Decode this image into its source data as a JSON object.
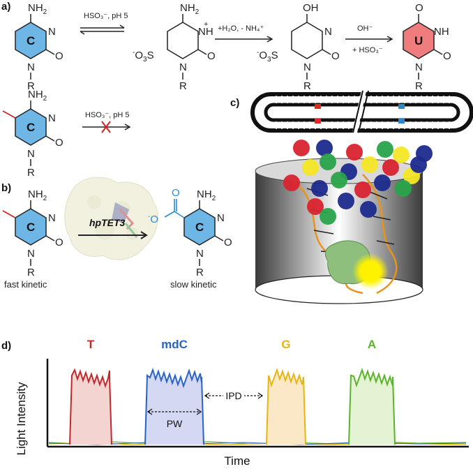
{
  "panels": {
    "a": "a)",
    "b": "b)",
    "c": "c)",
    "d": "d)"
  },
  "molecules": {
    "cytosine_letter": "C",
    "uracil_letter": "U",
    "r_group": "R",
    "amine": "NH",
    "amine_sub": "2",
    "nitrogen": "N",
    "oxygen": "O",
    "hydroxyl": "OH",
    "imine_h": "H",
    "plus": "+",
    "sulfonate_prefix": "O",
    "sulfonate_sub": "3",
    "sulfonate_suffix": "S",
    "minus": "-"
  },
  "reactions": {
    "step1": "HSO₃⁻, pH 5",
    "step2": "+H₂O, - NH₄⁺",
    "step3_top": "OH⁻",
    "step3_bottom": "+ HSO₃⁻",
    "blocked": "HSO₃⁻, pH 5"
  },
  "panel_b": {
    "enzyme": "hpTET3",
    "left_caption": "fast kinetic",
    "right_caption": "slow kinetic"
  },
  "panel_d": {
    "y_label": "Light Intensity",
    "x_label": "Time",
    "ipd": "IPD",
    "pw": "PW",
    "peaks": [
      {
        "label": "T",
        "color": "#c0282b",
        "fill": "#f3d4d1"
      },
      {
        "label": "mdC",
        "color": "#2863c8",
        "fill": "#d4d8f3"
      },
      {
        "label": "G",
        "color": "#e8b40e",
        "fill": "#fbe8c6"
      },
      {
        "label": "A",
        "color": "#5ab42a",
        "fill": "#e4f3d4"
      }
    ]
  },
  "colors": {
    "cytosine_fill": "#6eb6e6",
    "uracil_fill": "#ef7d7d",
    "carboxyl": "#2a8fd0",
    "methyl": "#d12424",
    "dots": [
      "#d8242f",
      "#1c2a8c",
      "#2aa34a",
      "#f5e626"
    ]
  }
}
